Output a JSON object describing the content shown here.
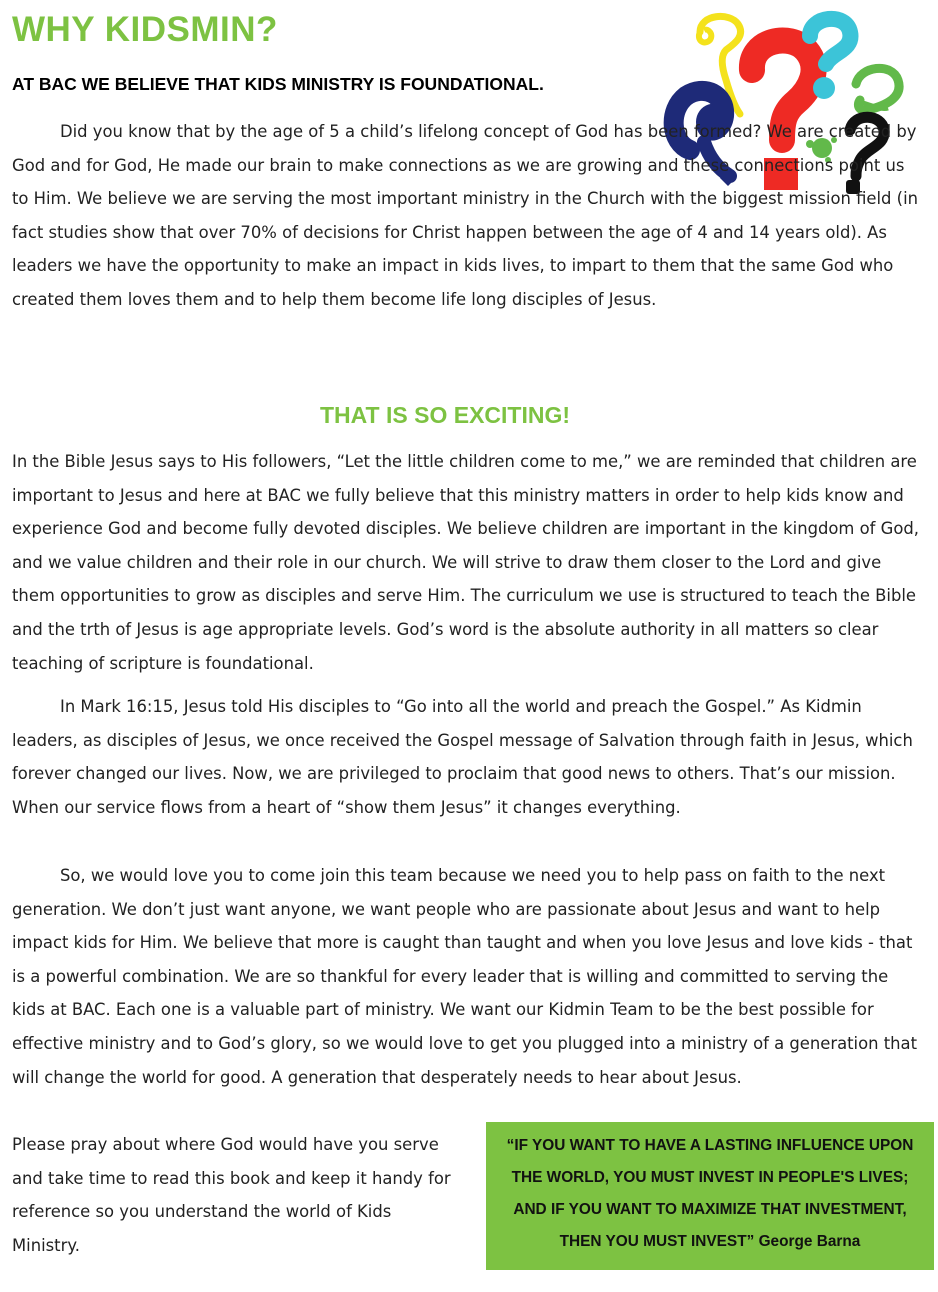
{
  "page": {
    "title": "WHY KIDSMIN?",
    "subheading": "AT BAC WE BELIEVE THAT KIDS MINISTRY IS FOUNDATIONAL.",
    "intro_paragraph": "Did you know that by the age of 5 a child’s lifelong concept of God has been formed? We are created by God and for God, He made our brain to make connections as we are growing and these connections point us to Him. We believe we are serving the most important ministry in the Church with the biggest mission field (in fact studies show that over 70% of decisions for Christ happen between the age of 4 and 14 years old).  As leaders we have the opportunity to make an impact in kids lives, to impart to them that the same God who created them loves them and to help them become life long disciples of Jesus.",
    "section_heading": "THAT IS SO EXCITING!",
    "paragraph_2": "In the Bible Jesus says to His followers, “Let the little children come to me,” we are reminded that children are important to Jesus and here at BAC we fully believe that this  ministry matters in order to help kids know and experience God and become fully devoted disciples. We believe children are important in the kingdom of God, and we value children and their role in our church. We will strive to draw them closer to the Lord and give them opportunities to grow as disciples and serve Him. The curriculum we use is structured to teach the Bible and the trth of Jesus is age appropriate levels. God’s word is the absolute authority in all matters so clear teaching of scripture is foundational.",
    "paragraph_3": "In Mark 16:15, Jesus told His disciples to “Go into all the world and preach the Gospel.” As Kidmin leaders, as disciples of Jesus, we once received the Gospel message of Salvation through faith in Jesus, which forever changed our lives. Now, we are privileged to proclaim that good news to others. That’s our mission. When our service flows from a heart of “show them Jesus” it changes everything.",
    "paragraph_4": "So, we would love you to come join this team  because we need you to help pass on faith to the next generation. We don’t just want anyone, we want people who are passionate about Jesus and want to help impact kids for Him. We believe that more is caught than taught and when you love Jesus and love kids - that is a powerful combination. We are so thankful for every leader that is willing and committed to serving the kids at BAC. Each one is a valuable part of ministry. We want our Kidmin Team to be the best possible for effective ministry and to God’s glory, so we would love to get you plugged into a ministry of a generation that will change the world for good. A generation that desperately needs to hear about Jesus.",
    "paragraph_5": "Please pray about where God would have you serve and take time to read this book and keep it handy for reference so you understand the world of Kids Ministry.",
    "quote": {
      "text": "“IF YOU WANT TO HAVE A LASTING INFLUENCE  UPON THE WORLD, YOU MUST INVEST IN PEOPLE'S LIVES; AND IF YOU WANT TO MAXIMIZE THAT INVESTMENT, THEN YOU MUST INVEST”",
      "author": "George Barna"
    },
    "illustration_icon": "colorful-question-marks-icon",
    "colors": {
      "accent_green": "#7dc242",
      "quote_box": "#7dc242",
      "q_yellow": "#f4e21c",
      "q_red": "#ee2a24",
      "q_navy": "#1e2a78",
      "q_cyan": "#3cc4d8",
      "q_green": "#62b94a",
      "q_black": "#111111"
    }
  }
}
